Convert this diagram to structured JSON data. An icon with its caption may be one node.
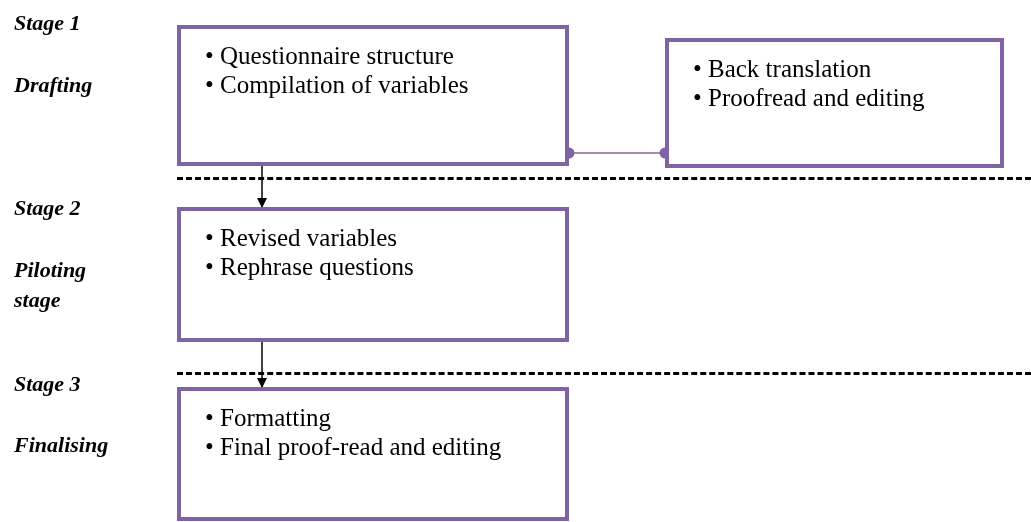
{
  "diagram": {
    "nodes": [
      {
        "text": [
          "• Questionnaire structure",
          "• Compilation of variables"
        ]
      },
      {
        "text": [
          "• Back translation",
          "• Proofread and editing"
        ]
      },
      {
        "text": [
          "• Revised variables",
          "• Rephrase questions"
        ]
      },
      {
        "text": [
          "• Formatting",
          "• Final proof-read and editing"
        ]
      }
    ],
    "edges": [
      {
        "from": 0,
        "to": 1,
        "arrow": "other",
        "color": "#8064a2"
      },
      {
        "from": 0,
        "to": 2,
        "arrow": "to"
      },
      {
        "from": 2,
        "to": 3,
        "arrow": "to"
      }
    ],
    "labels": [
      "Stage 1",
      "Drafting",
      "Stage 2",
      "Piloting stage",
      "Stage 3",
      "Finalising"
    ]
  }
}
